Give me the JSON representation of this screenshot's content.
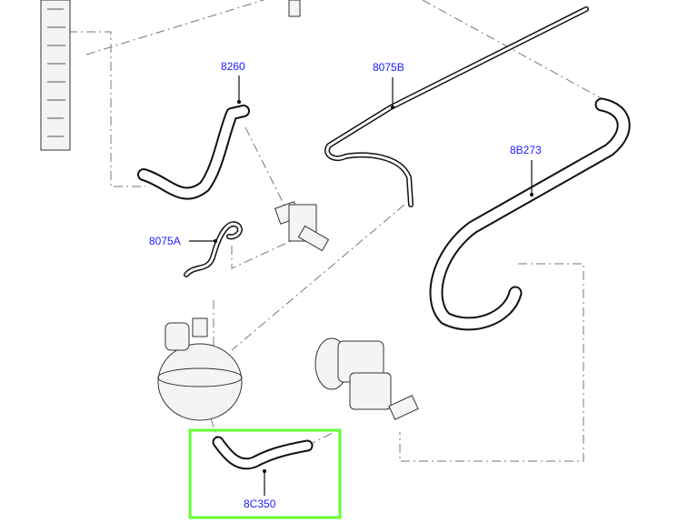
{
  "diagram": {
    "labels": {
      "hose_upper": "8260",
      "hose_long_thin": "8075B",
      "hose_radiator_lower": "8B273",
      "hose_small_thin": "8075A",
      "hose_reservoir": "8C350"
    },
    "highlight": {
      "part": "8C350",
      "color": "#66ff33"
    }
  }
}
